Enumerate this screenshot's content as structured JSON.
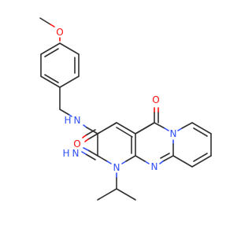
{
  "colors": {
    "bond": "#303030",
    "nitrogen": "#3050f8",
    "oxygen": "#ff0d0d",
    "background": "#ffffff"
  },
  "atoms": {
    "methoxy_o": "O",
    "amide_nh": "N",
    "amide_h": "H",
    "amide_o": "O",
    "ketone_o": "O",
    "ring_n_upper": "N",
    "imine_n": "N",
    "imine_h": "H",
    "ring_n1": "N",
    "ring_n_bridge": "N"
  }
}
